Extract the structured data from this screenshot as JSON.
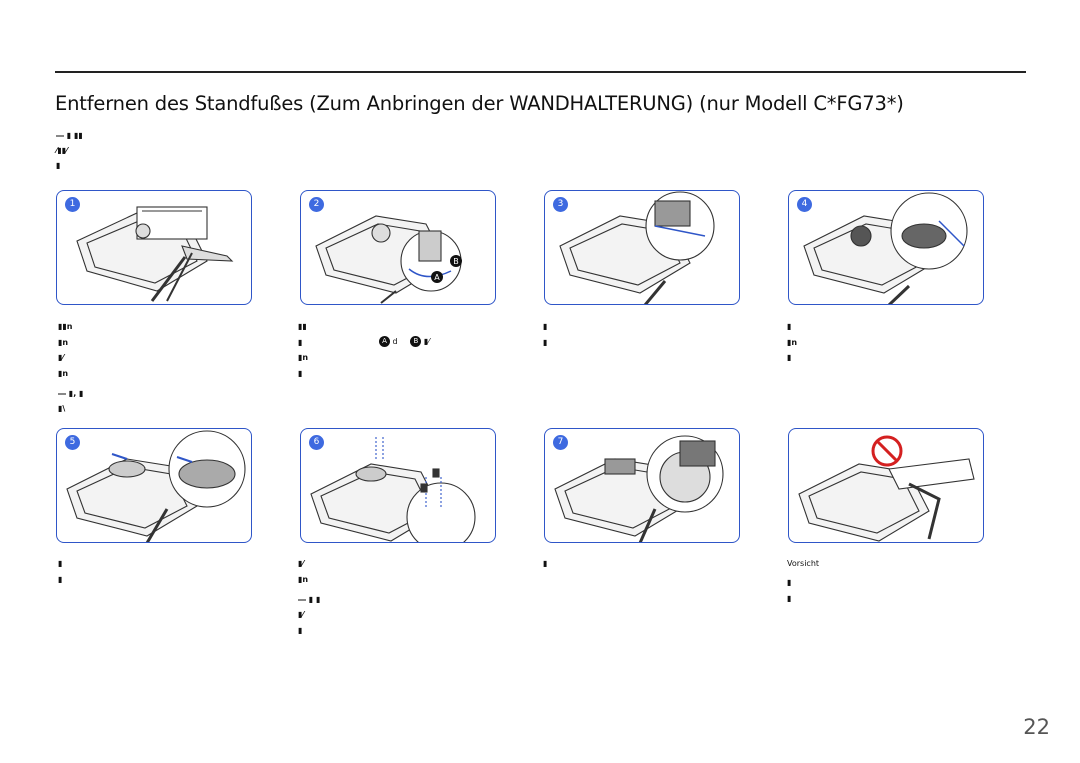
{
  "header": {
    "title": "Entfernen des Standfußes (Zum Anbringen der WANDHALTERUNG) (nur Modell C*FG73*)"
  },
  "intro_lines": [
    "― ▮              ▮▮",
    "  ⁄▮▮⁄",
    "  ▮"
  ],
  "steps": [
    {
      "number": "1",
      "text_lines": [
        "▮▮n",
        "▮n",
        "▮⁄",
        "▮n",
        "― ▮,  ▮",
        "  ▮\\"
      ]
    },
    {
      "number": "2",
      "text_lines": [
        "▮▮",
        "▮",
        "▮n",
        "▮"
      ],
      "badge_a": "A",
      "badge_a_suffix": "d",
      "badge_b": "B",
      "badge_b_suffix": "▮⁄"
    },
    {
      "number": "3",
      "text_lines": [
        "▮",
        "▮"
      ]
    },
    {
      "number": "4",
      "text_lines": [
        "▮",
        "▮n",
        "▮"
      ]
    },
    {
      "number": "5",
      "text_lines": [
        "▮",
        "▮"
      ]
    },
    {
      "number": "6",
      "text_lines": [
        "▮⁄",
        "▮n",
        "― ▮        ▮",
        "  ▮⁄",
        "  ▮"
      ]
    },
    {
      "number": "7",
      "text_lines": [
        "▮"
      ]
    },
    {
      "number": "",
      "text_lines": [
        "▮",
        "▮"
      ],
      "label": "Vorsicht"
    }
  ],
  "page_number": "22",
  "colors": {
    "accent": "#2f56c8",
    "number_badge": "#3e6ae0",
    "prohibit": "#d42020"
  }
}
